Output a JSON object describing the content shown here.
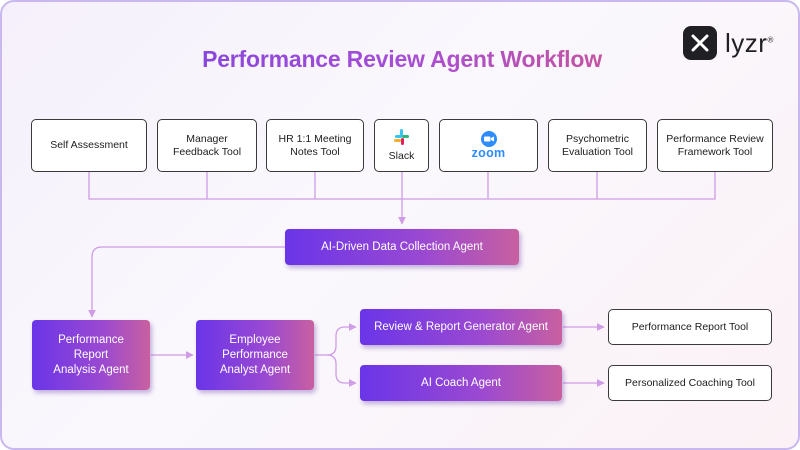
{
  "title": "Performance Review Agent Workflow",
  "logo": {
    "text": "lyzr",
    "mark": "®"
  },
  "tools": {
    "self_assessment": "Self Assessment",
    "manager_feedback": "Manager\nFeedback Tool",
    "hr_notes": "HR 1:1 Meeting\nNotes Tool",
    "slack": "Slack",
    "zoom": "zoom",
    "psychometric": "Psychometric\nEvaluation Tool",
    "framework": "Performance Review\nFramework Tool"
  },
  "agents": {
    "data_collection": "AI-Driven Data Collection Agent",
    "report_analysis": "Performance\nReport\nAnalysis Agent",
    "employee_analyst": "Employee\nPerformance\nAnalyst Agent",
    "report_generator": "Review & Report Generator Agent",
    "coach": "AI Coach Agent"
  },
  "outputs": {
    "performance_report_tool": "Performance Report Tool",
    "coaching_tool": "Personalized Coaching Tool"
  },
  "colors": {
    "connector": "#cf9ce6",
    "agent_gradient_start": "#6a35e8",
    "agent_gradient_end": "#c860a0",
    "zoom_blue": "#2d8cff"
  }
}
